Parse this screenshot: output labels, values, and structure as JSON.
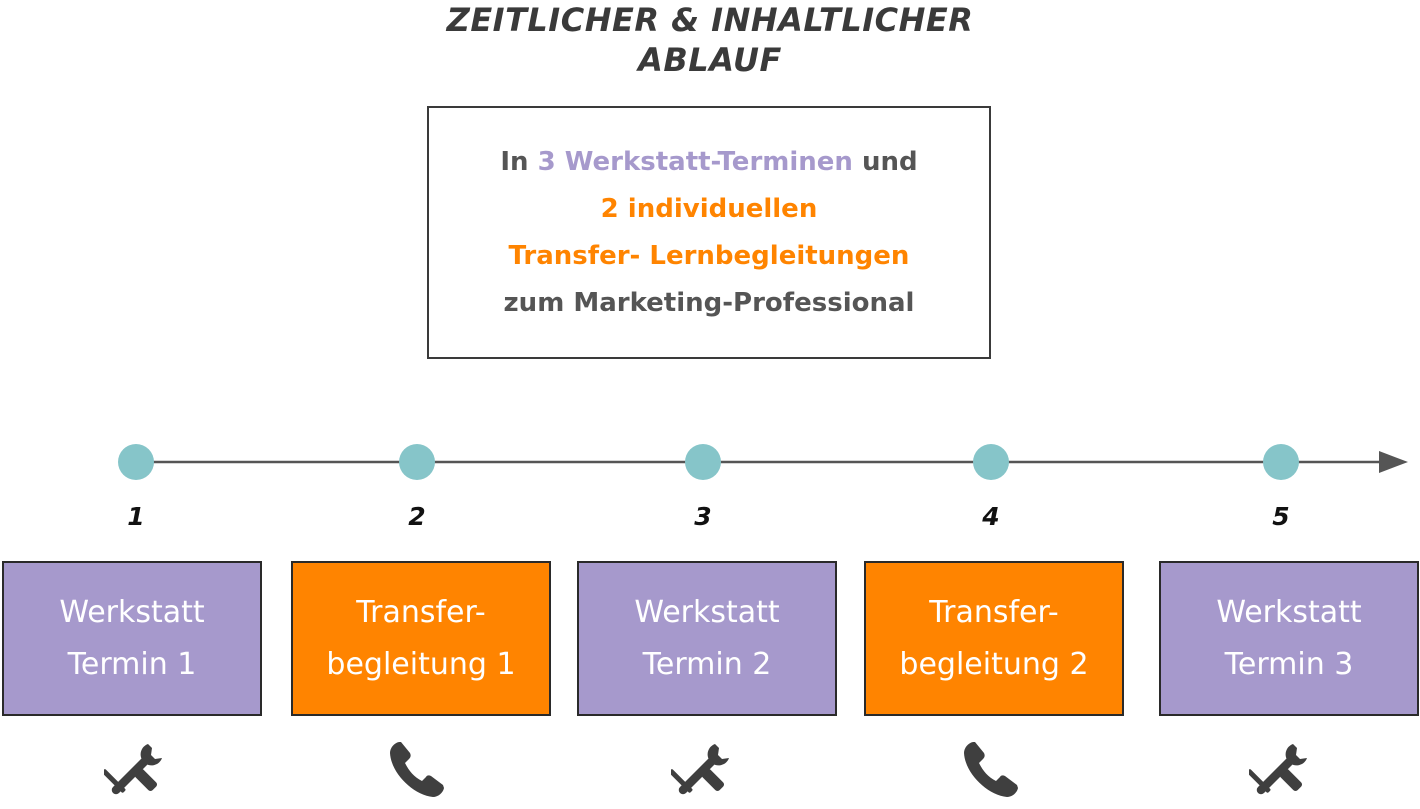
{
  "title": {
    "line1": "ZEITLICHER & INHALTLICHER",
    "line2": "ABLAUF"
  },
  "info_box": {
    "line1_prefix": "In ",
    "line1_highlight": "3 Werkstatt-Terminen",
    "line1_suffix": " und",
    "line2": "2 individuellen",
    "line3": "Transfer- Lernbegleitungen",
    "line4": "zum Marketing-Professional"
  },
  "colors": {
    "werkstatt": "#a699cc",
    "transfer": "#ff8400",
    "timeline_dot": "#86c5c9",
    "timeline_line": "#555555",
    "text_dark": "#3a3a3a"
  },
  "steps": [
    {
      "number": "1",
      "kind": "werkstatt",
      "label_line1": "Werkstatt",
      "label_line2": "Termin 1",
      "icon": "tools-icon"
    },
    {
      "number": "2",
      "kind": "transfer",
      "label_line1": "Transfer-",
      "label_line2": "begleitung 1",
      "icon": "phone-icon"
    },
    {
      "number": "3",
      "kind": "werkstatt",
      "label_line1": "Werkstatt",
      "label_line2": "Termin 2",
      "icon": "tools-icon"
    },
    {
      "number": "4",
      "kind": "transfer",
      "label_line1": "Transfer-",
      "label_line2": "begleitung 2",
      "icon": "phone-icon"
    },
    {
      "number": "5",
      "kind": "werkstatt",
      "label_line1": "Werkstatt",
      "label_line2": "Termin 3",
      "icon": "tools-icon"
    }
  ]
}
